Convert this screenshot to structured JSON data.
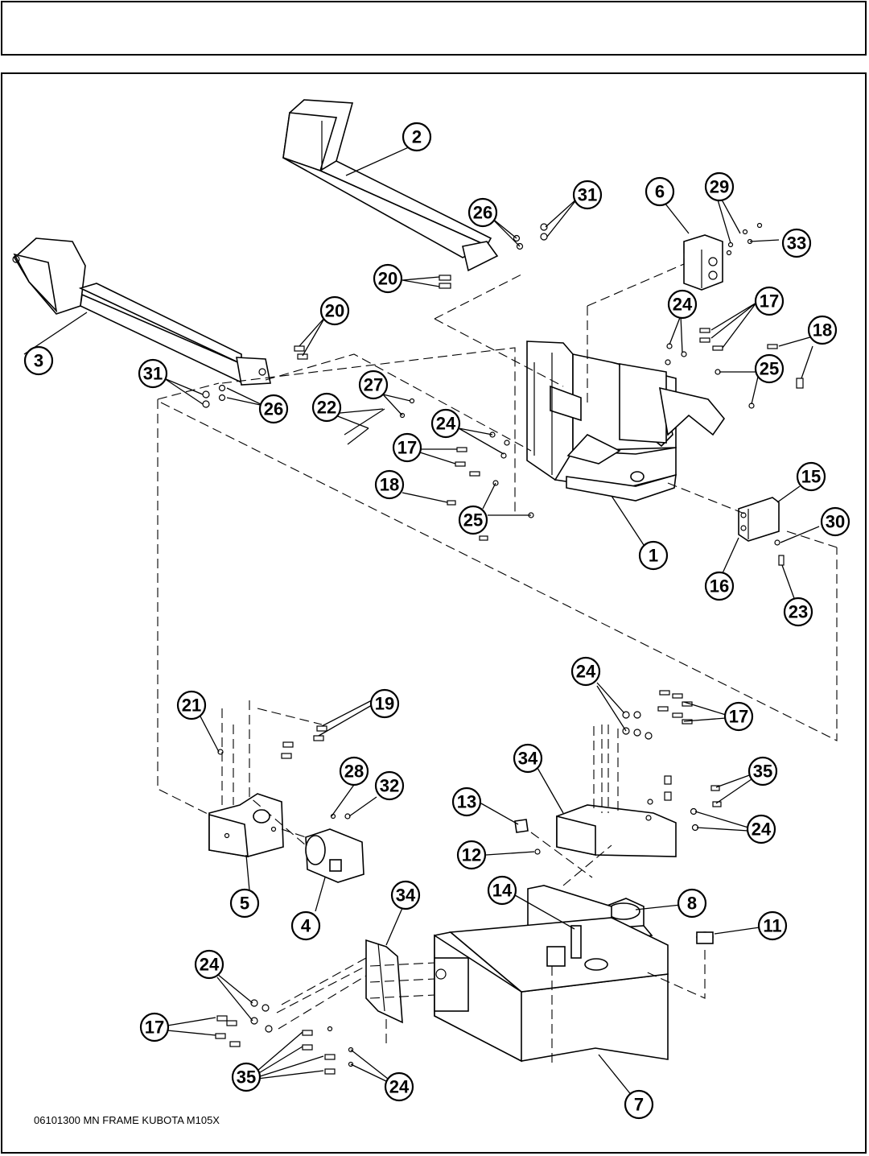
{
  "footer": {
    "drawing_title": "06101300 MN FRAME KUBOTA M105X"
  },
  "callouts": [
    {
      "label": "1"
    },
    {
      "label": "2"
    },
    {
      "label": "3"
    },
    {
      "label": "4"
    },
    {
      "label": "5"
    },
    {
      "label": "6"
    },
    {
      "label": "7"
    },
    {
      "label": "8"
    },
    {
      "label": "11"
    },
    {
      "label": "12"
    },
    {
      "label": "13"
    },
    {
      "label": "14"
    },
    {
      "label": "15"
    },
    {
      "label": "16"
    },
    {
      "label": "17"
    },
    {
      "label": "17"
    },
    {
      "label": "17"
    },
    {
      "label": "17"
    },
    {
      "label": "18"
    },
    {
      "label": "18"
    },
    {
      "label": "19"
    },
    {
      "label": "20"
    },
    {
      "label": "20"
    },
    {
      "label": "21"
    },
    {
      "label": "22"
    },
    {
      "label": "23"
    },
    {
      "label": "24"
    },
    {
      "label": "24"
    },
    {
      "label": "24"
    },
    {
      "label": "24"
    },
    {
      "label": "24"
    },
    {
      "label": "24"
    },
    {
      "label": "25"
    },
    {
      "label": "25"
    },
    {
      "label": "26"
    },
    {
      "label": "26"
    },
    {
      "label": "27"
    },
    {
      "label": "28"
    },
    {
      "label": "29"
    },
    {
      "label": "30"
    },
    {
      "label": "31"
    },
    {
      "label": "31"
    },
    {
      "label": "32"
    },
    {
      "label": "33"
    },
    {
      "label": "34"
    },
    {
      "label": "34"
    },
    {
      "label": "35"
    },
    {
      "label": "35"
    }
  ]
}
